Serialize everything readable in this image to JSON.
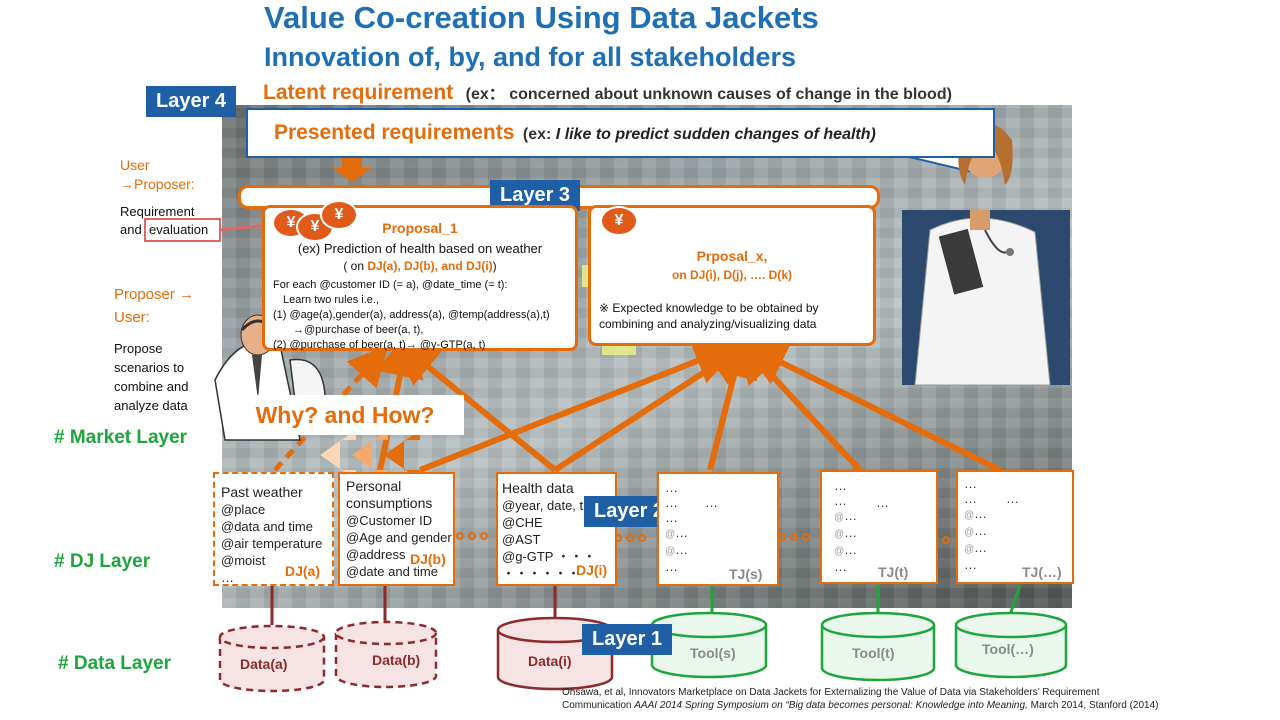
{
  "title": "Value Co-creation Using Data Jackets",
  "subtitle": "Innovation of, by, and for all stakeholders",
  "layers": {
    "l4": "Layer 4",
    "l3": "Layer 3",
    "l2": "Layer 2",
    "l1": "Layer 1"
  },
  "latent": {
    "label": "Latent requirement",
    "example": "(ex： concerned about unknown causes of change in the blood)"
  },
  "presented": {
    "label": "Presented requirements",
    "ex_prefix": "(ex: ",
    "example": "I like to predict sudden changes of health)"
  },
  "left": {
    "user_proposer_1": "User",
    "user_proposer_2": "→Proposer:",
    "req_1": "Requirement",
    "req_2": "and",
    "req_eval": "evaluation",
    "proposer_user_1": "Proposer →",
    "proposer_user_2": "User:",
    "propose_1": "Propose",
    "propose_2": "scenarios to",
    "propose_3": "combine and",
    "propose_4": "analyze data"
  },
  "proposal1": {
    "title": "Proposal_1",
    "line1": "(ex) Prediction of health based on weather",
    "on_open": "( on ",
    "on_djs": "DJ(a), DJ(b), and DJ(i)",
    "on_close": ")",
    "r1": "For each @customer ID (= a), @date_time (= t):",
    "r2": "Learn two rules i.e.,",
    "r3": "(1) @age(a),gender(a), address(a), @temp(address(a),t)",
    "r4": "→@purchase of beer(a, t),",
    "r5": "(2) @purchase of beer(a, t)→  @γ-GTP(a, t)"
  },
  "proposalx": {
    "title": "Prposal_x,",
    "on": "on DJ(i), D(j), …. D(k)",
    "note1": "※ Expected knowledge to be obtained by",
    "note2": "combining and analyzing/visualizing data"
  },
  "why": "Why? and How?",
  "rows": {
    "market": "# Market Layer",
    "dj": "# DJ Layer",
    "data": "# Data Layer"
  },
  "dj_cards": {
    "a": {
      "title": "Past weather",
      "f1": "@place",
      "f2": "@data and time",
      "f3": "@air temperature",
      "f4": "@moist",
      "f5": "…",
      "label": "DJ(a)"
    },
    "b": {
      "title1": "Personal",
      "title2": "consumptions",
      "f1": "@Customer ID",
      "f2": "@Age and gender",
      "f3": "@address",
      "f4": "@date and time",
      "label": "DJ(b)"
    },
    "i": {
      "title": "Health data",
      "f1": "@year, date, t",
      "f2": "@CHE",
      "f3": "@AST",
      "f4": "@g-GTP",
      "f4b": "・・・",
      "f5": "・・・・・・",
      "label": "DJ(i)"
    }
  },
  "tj_cards": {
    "s": "TJ(s)",
    "t": "TJ(t)",
    "x": "TJ(…)"
  },
  "tj_text": {
    "dots": "…",
    "at": "@"
  },
  "yen": "¥",
  "cylinders": {
    "a": "Data(a)",
    "b": "Data(b)",
    "i": "Data(i)",
    "ts": "Tool(s)",
    "tt": "Tool(t)",
    "tx": "Tool(…)"
  },
  "citation": {
    "line1": "Ohsawa, et al, Innovators Marketplace on Data Jackets for Externalizing the Value of Data via Stakeholders’ Requirement",
    "line2a": "Communication ",
    "line2b": "AAAI 2014 Spring Symposium on “Big data becomes personal: Knowledge into Meaning,",
    "line2c": " March 2014, Stanford (2014)"
  },
  "colors": {
    "orange": "#e46c0a",
    "blue": "#1f5fa6",
    "title_blue": "#1f6fb5",
    "green": "#1ea53c",
    "dark_red": "#8b2b2b",
    "red": "#c0392b"
  },
  "icons": [
    "yen-coin-icon",
    "doctor-figure-icon",
    "businessman-figure-icon",
    "database-cylinder-icon",
    "arrow-icon"
  ]
}
